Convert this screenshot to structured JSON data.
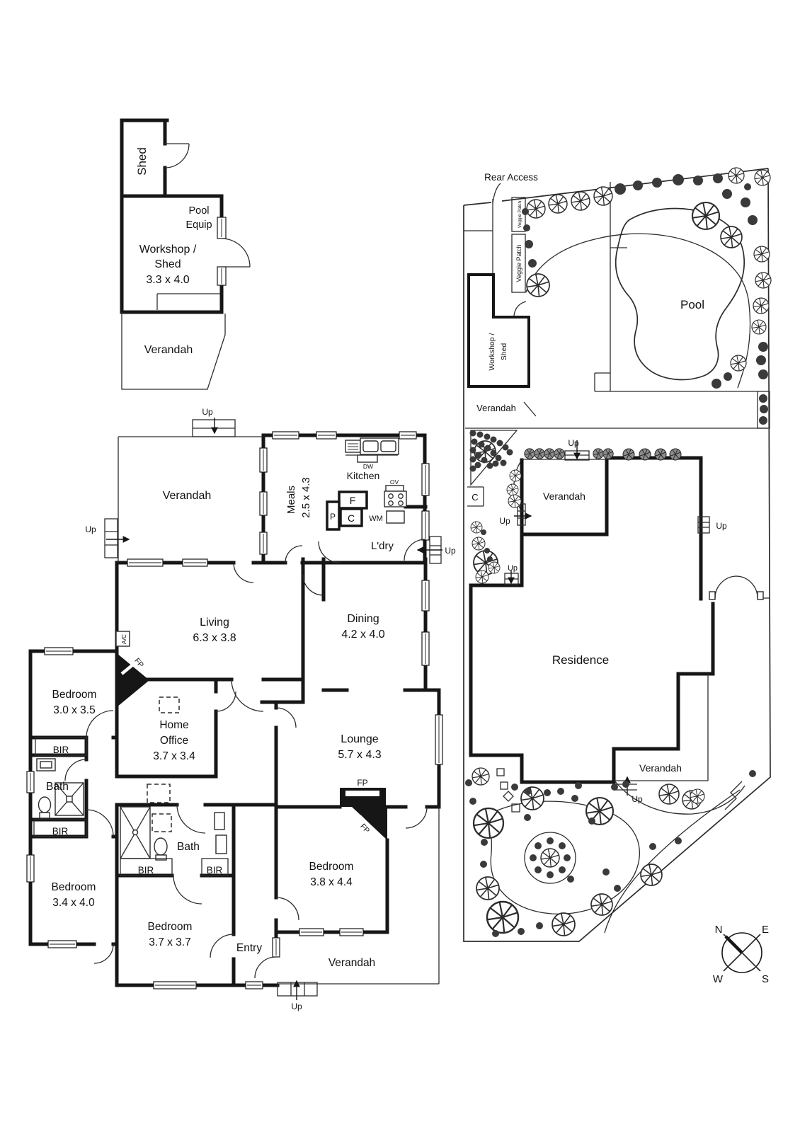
{
  "plan": {
    "outbuilding": {
      "shed": "Shed",
      "pool_equip_line1": "Pool",
      "pool_equip_line2": "Equip",
      "workshop_line1": "Workshop /",
      "workshop_line2": "Shed",
      "workshop_dims": "3.3 x 4.0",
      "verandah": "Verandah"
    },
    "house": {
      "verandah_top": "Verandah",
      "up": "Up",
      "meals_name": "Meals",
      "meals_dims": "2.5 x 4.3",
      "kitchen": "Kitchen",
      "dw": "DW",
      "ov": "OV",
      "fridge": "F",
      "pantry": "P",
      "cupboard": "C",
      "wm": "WM",
      "laundry": "L'dry",
      "living_name": "Living",
      "living_dims": "6.3 x 3.8",
      "ac": "A/C",
      "fp": "FP",
      "dining_name": "Dining",
      "dining_dims": "4.2 x 4.0",
      "bedroom1_name": "Bedroom",
      "bedroom1_dims": "3.0 x 3.5",
      "home_office_line1": "Home",
      "home_office_line2": "Office",
      "home_office_dims": "3.7 x 3.4",
      "lounge_name": "Lounge",
      "lounge_dims": "5.7 x 4.3",
      "bedroom2_name": "Bedroom",
      "bedroom2_dims": "3.8 x 4.4",
      "bedroom3_name": "Bedroom",
      "bedroom3_dims": "3.4 x 4.0",
      "bedroom4_name": "Bedroom",
      "bedroom4_dims": "3.7 x 3.7",
      "bath": "Bath",
      "bir": "BIR",
      "entry": "Entry",
      "verandah_bottom": "Verandah"
    },
    "site": {
      "rear_access": "Rear Access",
      "veggie_patch": "Veggie Patch",
      "pool": "Pool",
      "workshop_line1": "Workshop /",
      "workshop_line2": "Shed",
      "verandah_workshop": "Verandah",
      "cupboard": "C",
      "verandah_rear": "Verandah",
      "residence": "Residence",
      "verandah_front": "Verandah",
      "up": "Up"
    },
    "compass": {
      "n": "N",
      "e": "E",
      "s": "S",
      "w": "W"
    }
  }
}
